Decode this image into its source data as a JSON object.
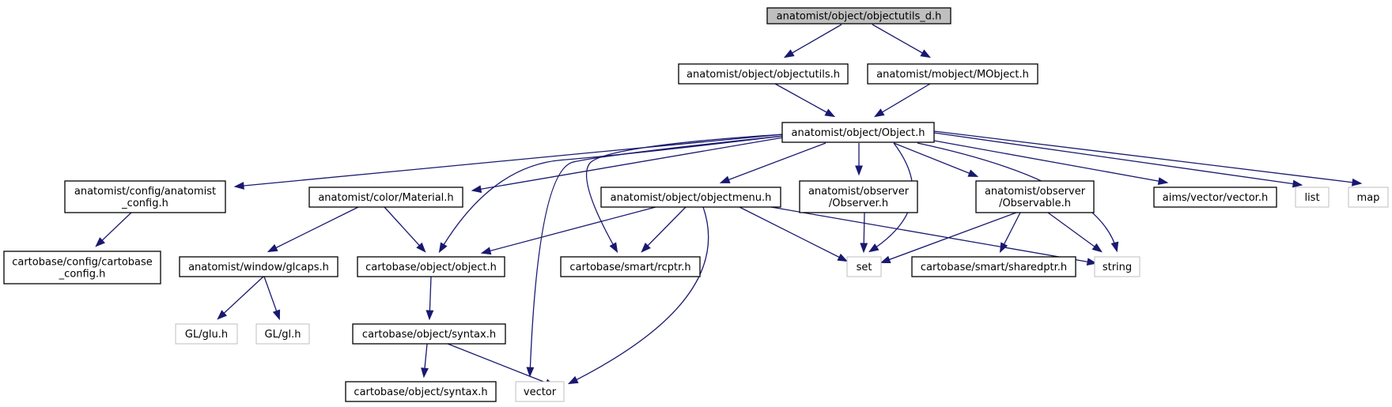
{
  "graph": {
    "nodes": [
      {
        "id": "root",
        "lines": [
          "anatomist/object/objectutils_d.h"
        ],
        "kind": "root"
      },
      {
        "id": "objectutils",
        "lines": [
          "anatomist/object/objectutils.h"
        ],
        "kind": "file"
      },
      {
        "id": "mobject",
        "lines": [
          "anatomist/mobject/MObject.h"
        ],
        "kind": "file"
      },
      {
        "id": "object_h",
        "lines": [
          "anatomist/object/Object.h"
        ],
        "kind": "file"
      },
      {
        "id": "anat_config",
        "lines": [
          "anatomist/config/anatomist",
          "_config.h"
        ],
        "kind": "file"
      },
      {
        "id": "material",
        "lines": [
          "anatomist/color/Material.h"
        ],
        "kind": "file"
      },
      {
        "id": "objectmenu",
        "lines": [
          "anatomist/object/objectmenu.h"
        ],
        "kind": "file"
      },
      {
        "id": "observer",
        "lines": [
          "anatomist/observer",
          "/Observer.h"
        ],
        "kind": "file"
      },
      {
        "id": "observable",
        "lines": [
          "anatomist/observer",
          "/Observable.h"
        ],
        "kind": "file"
      },
      {
        "id": "aimsvector",
        "lines": [
          "aims/vector/vector.h"
        ],
        "kind": "file"
      },
      {
        "id": "list",
        "lines": [
          "list"
        ],
        "kind": "external"
      },
      {
        "id": "map",
        "lines": [
          "map"
        ],
        "kind": "external"
      },
      {
        "id": "carto_config",
        "lines": [
          "cartobase/config/cartobase",
          "_config.h"
        ],
        "kind": "file"
      },
      {
        "id": "glcaps",
        "lines": [
          "anatomist/window/glcaps.h"
        ],
        "kind": "file"
      },
      {
        "id": "carto_object",
        "lines": [
          "cartobase/object/object.h"
        ],
        "kind": "file"
      },
      {
        "id": "rcptr",
        "lines": [
          "cartobase/smart/rcptr.h"
        ],
        "kind": "file"
      },
      {
        "id": "set",
        "lines": [
          "set"
        ],
        "kind": "external"
      },
      {
        "id": "sharedptr",
        "lines": [
          "cartobase/smart/sharedptr.h"
        ],
        "kind": "file"
      },
      {
        "id": "string",
        "lines": [
          "string"
        ],
        "kind": "external"
      },
      {
        "id": "glu",
        "lines": [
          "GL/glu.h"
        ],
        "kind": "external"
      },
      {
        "id": "gl",
        "lines": [
          "GL/gl.h"
        ],
        "kind": "external"
      },
      {
        "id": "syntax1",
        "lines": [
          "cartobase/object/syntax.h"
        ],
        "kind": "file"
      },
      {
        "id": "syntax2",
        "lines": [
          "cartobase/object/syntax.h"
        ],
        "kind": "file"
      },
      {
        "id": "vector",
        "lines": [
          "vector"
        ],
        "kind": "external"
      }
    ],
    "edges": [
      [
        "root",
        "objectutils"
      ],
      [
        "root",
        "mobject"
      ],
      [
        "objectutils",
        "object_h"
      ],
      [
        "mobject",
        "object_h"
      ],
      [
        "object_h",
        "anat_config"
      ],
      [
        "object_h",
        "material"
      ],
      [
        "object_h",
        "carto_object"
      ],
      [
        "object_h",
        "vector"
      ],
      [
        "object_h",
        "rcptr"
      ],
      [
        "object_h",
        "objectmenu"
      ],
      [
        "object_h",
        "observer"
      ],
      [
        "object_h",
        "set"
      ],
      [
        "object_h",
        "observable"
      ],
      [
        "object_h",
        "string"
      ],
      [
        "object_h",
        "aimsvector"
      ],
      [
        "object_h",
        "list"
      ],
      [
        "object_h",
        "map"
      ],
      [
        "anat_config",
        "carto_config"
      ],
      [
        "material",
        "glcaps"
      ],
      [
        "material",
        "carto_object"
      ],
      [
        "objectmenu",
        "carto_object"
      ],
      [
        "objectmenu",
        "rcptr"
      ],
      [
        "objectmenu",
        "vector"
      ],
      [
        "objectmenu",
        "set"
      ],
      [
        "objectmenu",
        "string"
      ],
      [
        "observer",
        "set"
      ],
      [
        "observable",
        "set"
      ],
      [
        "observable",
        "sharedptr"
      ],
      [
        "observable",
        "string"
      ],
      [
        "glcaps",
        "glu"
      ],
      [
        "glcaps",
        "gl"
      ],
      [
        "carto_object",
        "syntax1"
      ],
      [
        "syntax1",
        "syntax2"
      ],
      [
        "syntax1",
        "vector"
      ]
    ]
  }
}
